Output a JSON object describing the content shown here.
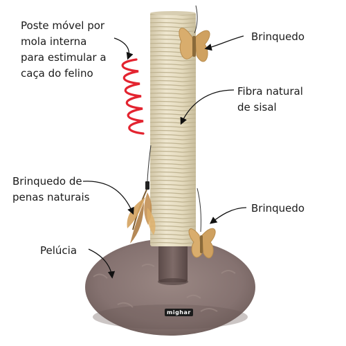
{
  "labels": {
    "spring": "Poste móvel por\nmola interna\npara estimular a\ncaça do felino",
    "toy_top": "Brinquedo",
    "sisal": "Fibra natural\nde sisal",
    "feather": "Brinquedo de\npenas naturais",
    "toy_bottom": "Brinquedo",
    "plush": "Pelúcia"
  },
  "brand": "mighar",
  "colors": {
    "sisal": "#e7ddc3",
    "plush": "#877470",
    "spring": "#e32430",
    "butterfly": "#d9ad6d",
    "text": "#1a1a1a"
  }
}
